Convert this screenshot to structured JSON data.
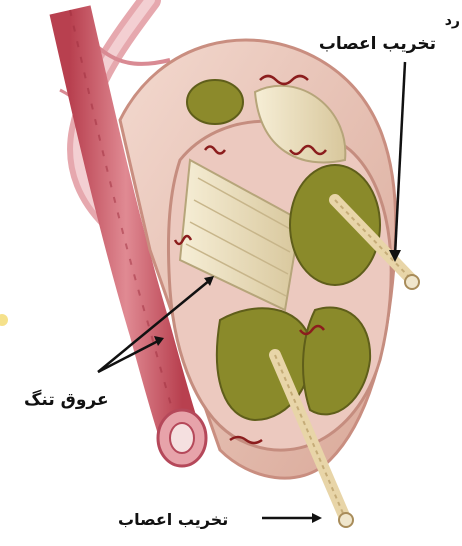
{
  "labels": {
    "top_right": "تخریب اعصاب",
    "left": "عروق تنگ",
    "bottom": "تخریب اعصاب",
    "corner_fragment": "رد"
  },
  "colors": {
    "vessel": "#c95a66",
    "epineurium": "#e9c6b9",
    "fascicle": "#8a8a2a",
    "fiber": "#efe3c2",
    "damage": "#8b1d1d"
  }
}
